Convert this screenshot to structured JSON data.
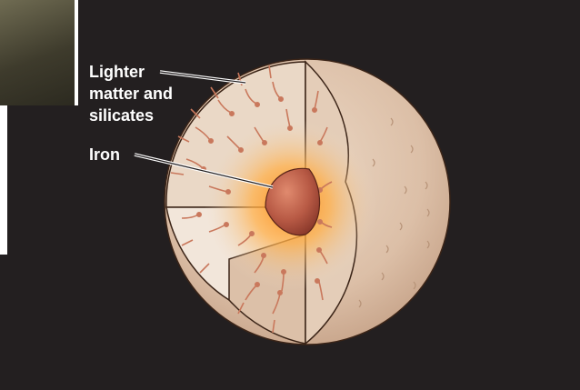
{
  "labels": {
    "lighter_line1": "Lighter",
    "lighter_line2": "matter and",
    "lighter_line3": "silicates",
    "iron": "Iron"
  },
  "colors": {
    "background": "#231f20",
    "sphere_surface": "#dcbfa7",
    "cut_face": "#ead8c6",
    "core": "#b85a45",
    "glow": "#ff9a1e",
    "arrows": "#c9785c",
    "outline": "#3b2417"
  }
}
